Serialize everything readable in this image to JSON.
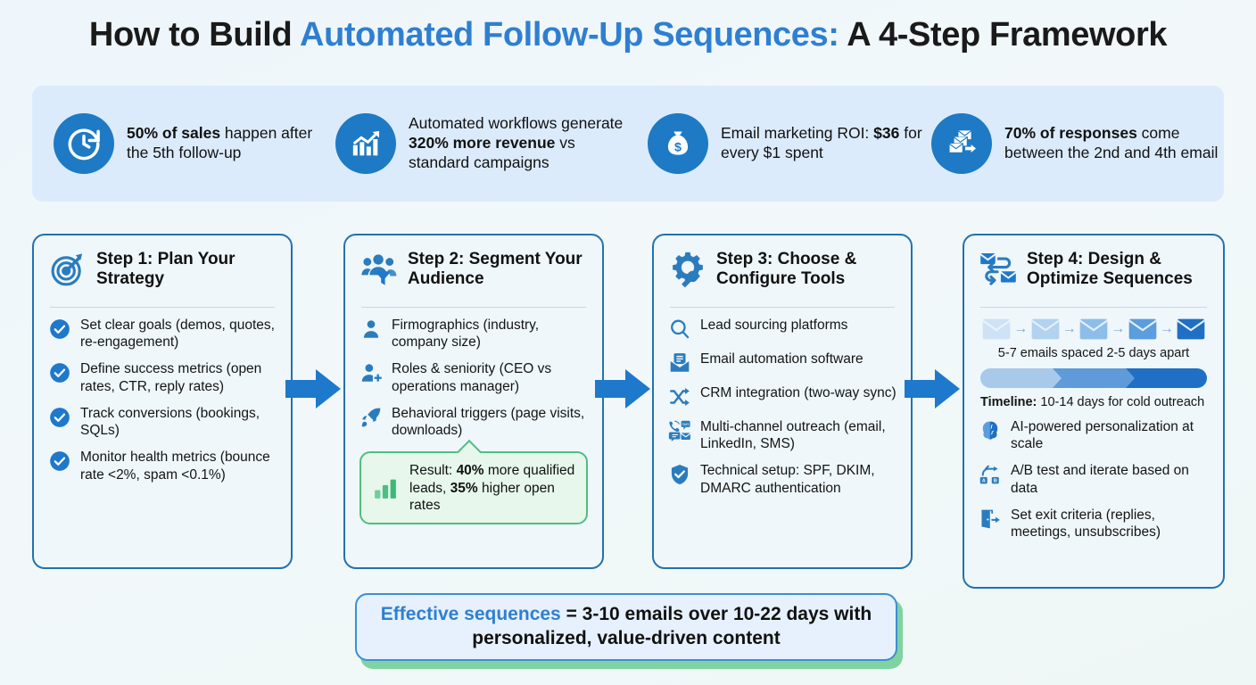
{
  "title": {
    "pre": "How to Build ",
    "accent": "Automated Follow-Up Sequences:",
    "post": " A 4-Step Framework"
  },
  "colors": {
    "brand_blue": "#1e7ac4",
    "accent_blue": "#2f7fd1",
    "card_border": "#2272ad",
    "card_bg": "#eff7fb",
    "banner_bg": "#dcebfb",
    "result_green": "#4fbe7f",
    "result_bg": "#e7f7ec",
    "summary_shadow_green": "#7fd3a0",
    "page_bg": "#eef6fb"
  },
  "stats": [
    {
      "icon": "clock-rotate-icon",
      "bold": "50% of sales",
      "rest": " happen after the 5th follow-up"
    },
    {
      "icon": "growth-chart-icon",
      "pre": "Automated workflows generate ",
      "bold": "320% more revenue",
      "rest": " vs standard campaigns"
    },
    {
      "icon": "money-bag-icon",
      "pre": "Email marketing ROI: ",
      "bold": "$36",
      "rest": " for every $1 spent"
    },
    {
      "icon": "emails-stack-icon",
      "bold": "70% of responses",
      "rest": " come between the 2nd and 4th email"
    }
  ],
  "arrows": [
    {
      "name": "flow-arrow-1-to-2"
    },
    {
      "name": "flow-arrow-2-to-3"
    },
    {
      "name": "flow-arrow-3-to-4"
    }
  ],
  "steps": [
    {
      "icon": "target-arrow-icon",
      "title": "Step 1: Plan Your Strategy",
      "items": [
        {
          "icon": "check-circle-icon",
          "text": "Set clear goals (demos, quotes, re-engagement)"
        },
        {
          "icon": "check-circle-icon",
          "text": "Define success metrics (open rates, CTR, reply rates)"
        },
        {
          "icon": "check-circle-icon",
          "text": "Track conversions (bookings, SQLs)"
        },
        {
          "icon": "check-circle-icon",
          "text": "Monitor health metrics (bounce rate <2%, spam <0.1%)"
        }
      ]
    },
    {
      "icon": "audience-funnel-icon",
      "title": "Step 2: Segment Your Audience",
      "items": [
        {
          "icon": "person-icon",
          "text": "Firmographics (industry, company size)"
        },
        {
          "icon": "person-add-icon",
          "text": "Roles & seniority (CEO vs operations manager)"
        },
        {
          "icon": "rocket-icon",
          "text": "Behavioral triggers (page visits, downloads)"
        }
      ],
      "result": {
        "icon": "bar-chart-icon",
        "pre": "Result: ",
        "b1": "40%",
        "mid": " more qualified leads, ",
        "b2": "35%",
        "post": " higher open rates"
      }
    },
    {
      "icon": "gear-wrench-icon",
      "title": "Step 3: Choose & Configure Tools",
      "items": [
        {
          "icon": "search-icon",
          "text": "Lead sourcing platforms"
        },
        {
          "icon": "email-automation-icon",
          "text": "Email automation software"
        },
        {
          "icon": "shuffle-sync-icon",
          "text": "CRM integration (two-way sync)"
        },
        {
          "icon": "multi-channel-icon",
          "text": "Multi-channel outreach (email, LinkedIn, SMS)"
        },
        {
          "icon": "shield-check-icon",
          "text": "Technical setup: SPF, DKIM, DMARC authentication"
        }
      ]
    },
    {
      "icon": "email-loop-icon",
      "title": "Step 4: Design & Optimize Sequences",
      "sequence": {
        "envelope_count": 5,
        "arrow_glyph": "→",
        "caption": "5-7 emails spaced 2-5 days apart"
      },
      "timeline": {
        "segments": 3,
        "label_bold": "Timeline:",
        "label_rest": " 10-14 days for cold outreach"
      },
      "items": [
        {
          "icon": "brain-ai-icon",
          "text": "AI-powered personalization at scale"
        },
        {
          "icon": "ab-test-icon",
          "text": "A/B test and iterate based on data"
        },
        {
          "icon": "exit-door-icon",
          "text": "Set exit criteria (replies, meetings, unsubscribes)"
        }
      ]
    }
  ],
  "summary": {
    "accent": "Effective sequences",
    "rest": " = 3-10 emails over 10-22 days with personalized, value-driven content"
  }
}
